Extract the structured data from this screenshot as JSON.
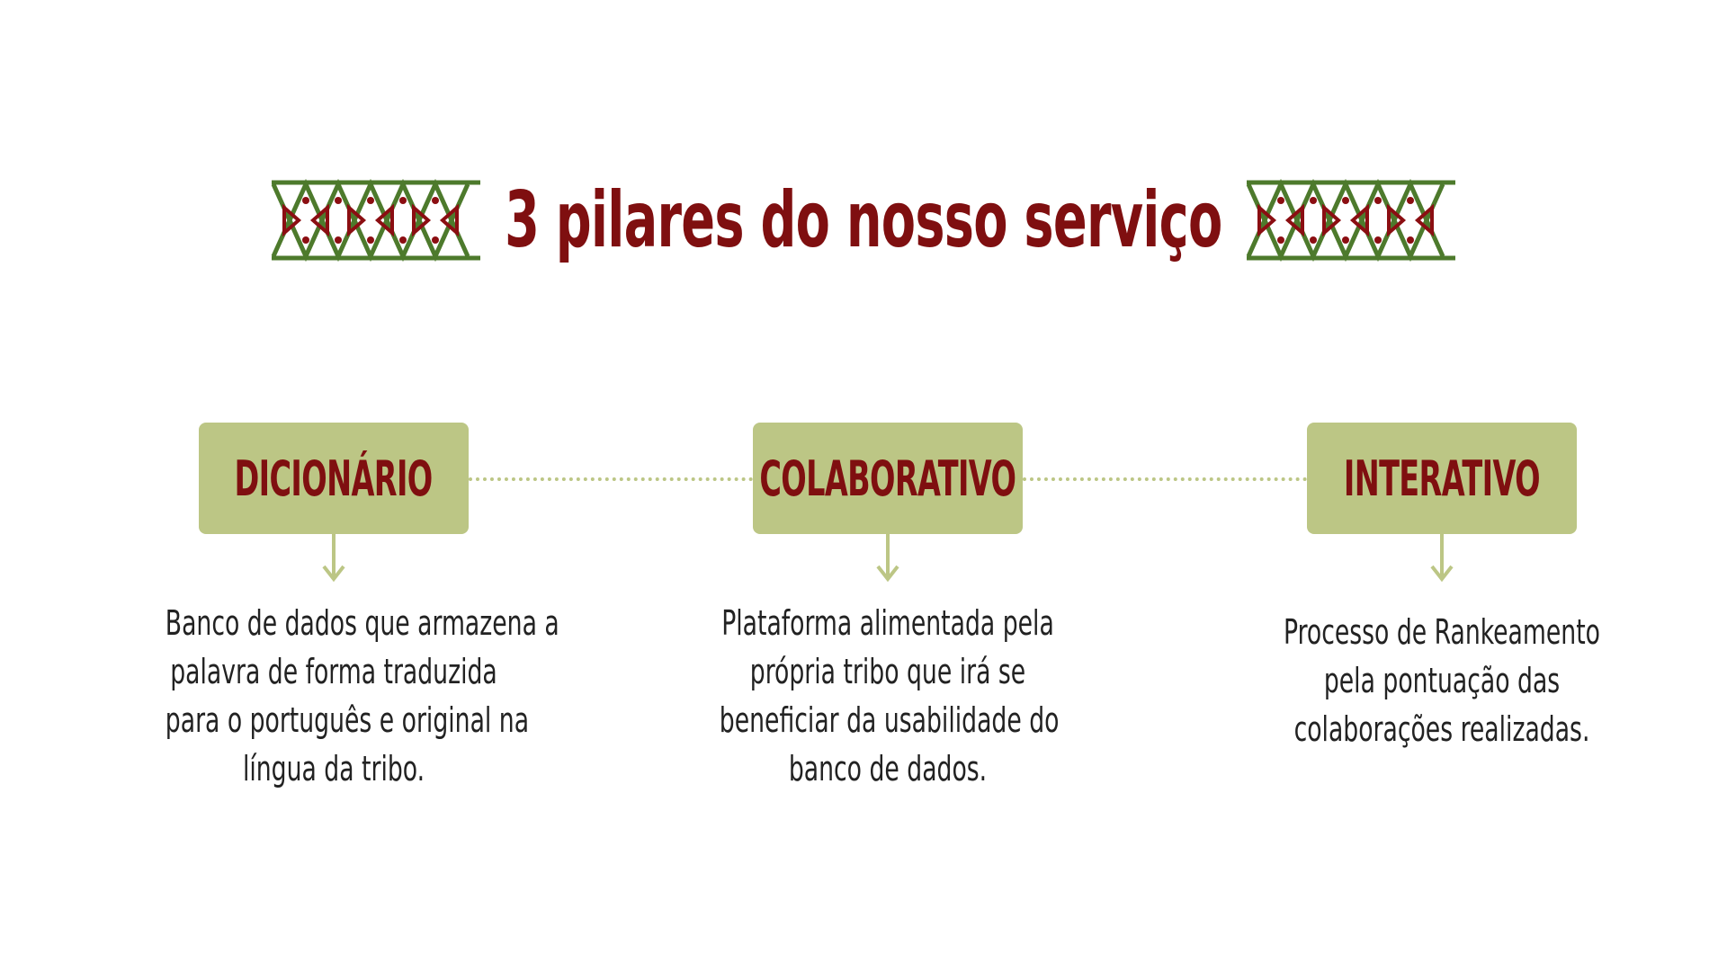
{
  "title": "3 pilares do nosso serviço",
  "ornament_icon": "tribal-pattern-icon",
  "colors": {
    "title": "#7f0f10",
    "box_fill": "#bcc685",
    "ornament_green": "#4d7a2c",
    "ornament_red": "#8b0e12",
    "text": "#222222"
  },
  "pillars": [
    {
      "label": "DICIONÁRIO",
      "description_lines": [
        "Banco de dados que armazena a",
        "palavra de forma traduzida",
        "para o português e original na",
        "língua da tribo."
      ]
    },
    {
      "label": "COLABORATIVO",
      "description_lines": [
        "Plataforma alimentada pela",
        "própria tribo que irá se",
        "beneficiar da usabilidade do",
        "banco de dados."
      ]
    },
    {
      "label": "INTERATIVO",
      "description_lines": [
        "Processo de Rankeamento",
        "pela pontuação das",
        "colaborações realizadas."
      ]
    }
  ]
}
